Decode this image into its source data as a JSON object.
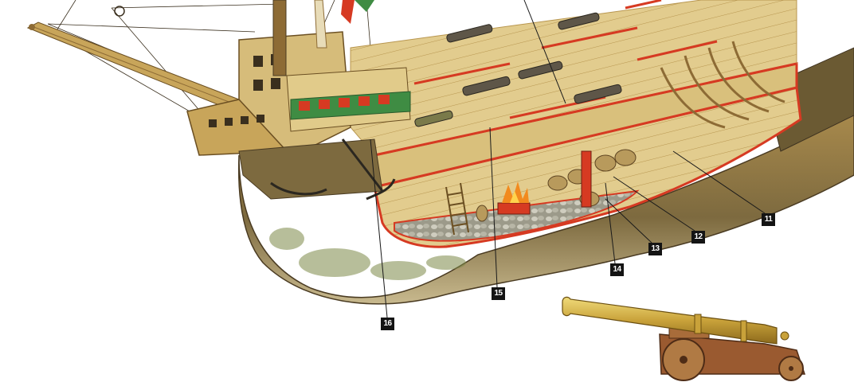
{
  "callouts": [
    {
      "id": "11",
      "label": "11"
    },
    {
      "id": "12",
      "label": "12"
    },
    {
      "id": "13",
      "label": "13"
    },
    {
      "id": "14",
      "label": "14"
    },
    {
      "id": "15",
      "label": "15"
    },
    {
      "id": "16",
      "label": "16"
    }
  ],
  "colors": {
    "background": "#ffffff",
    "callout_box": "#141414",
    "callout_text": "#ffffff",
    "wood_light": "#e4cf92",
    "wood_mid": "#c9ab62",
    "wood_dark": "#8d6b35",
    "hull_dark": "#5b4a2c",
    "cutaway_red": "#d63a22",
    "bronze": "#b8962e",
    "algae_green": "#7e8a49",
    "fire": "#f28a1e"
  }
}
